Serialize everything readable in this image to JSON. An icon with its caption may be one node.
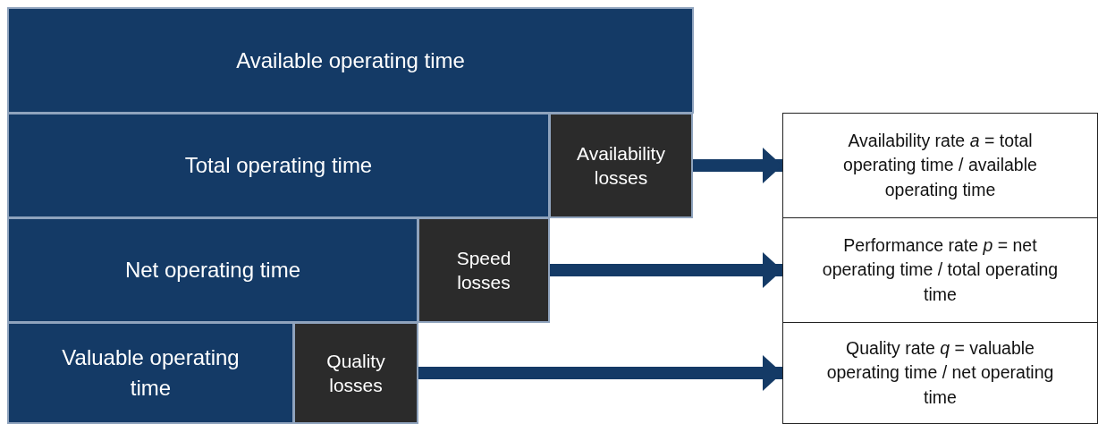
{
  "diagram": {
    "nodes": [
      {
        "text": [
          "Available operating time"
        ]
      },
      {
        "text": [
          "Total operating time"
        ]
      },
      {
        "text": [
          "Availability losses"
        ]
      },
      {
        "text": [
          "Availability rate *a* = total operating time / available operating time"
        ]
      },
      {
        "text": [
          "Net operating time"
        ]
      },
      {
        "text": [
          "Speed losses"
        ]
      },
      {
        "text": [
          "Performance rate *p* = net operating time / total operating time"
        ]
      },
      {
        "text": [
          "Valuable operating time"
        ]
      },
      {
        "text": [
          "Quality losses"
        ]
      },
      {
        "text": [
          "Quality rate *q* = valuable operating time / net operating time"
        ]
      }
    ],
    "edges": [
      {
        "from": 2,
        "to": 3,
        "arrow": "to"
      },
      {
        "from": 5,
        "to": 6,
        "arrow": "to"
      },
      {
        "from": 8,
        "to": 9,
        "arrow": "to"
      }
    ]
  }
}
